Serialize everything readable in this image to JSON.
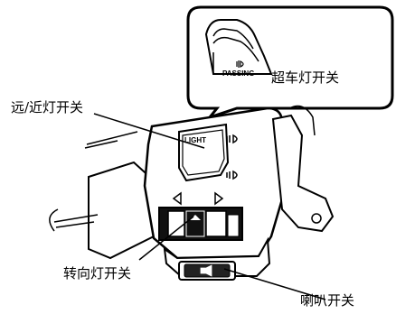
{
  "callouts": {
    "passing_switch": "超车灯开关",
    "high_low_switch": "远/近灯开关",
    "turn_signal_switch": "转向灯开关",
    "horn_switch": "喇叭开关"
  },
  "switch_labels": {
    "light_button": "LIGHT",
    "passing_button": "PASSING"
  }
}
